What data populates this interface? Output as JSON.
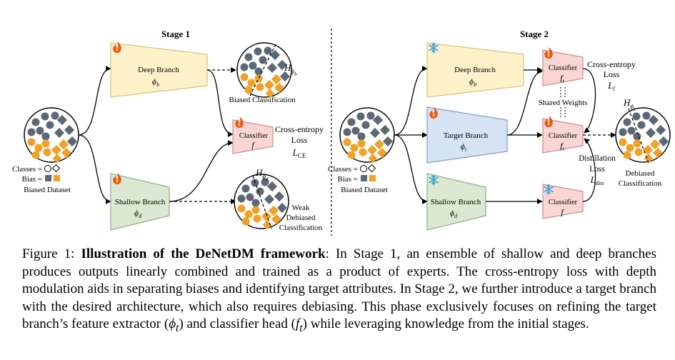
{
  "stage1": {
    "title": "Stage 1",
    "deep_branch": "Deep Branch",
    "deep_phi": "ϕ",
    "deep_sub": "b",
    "shallow_branch": "Shallow Branch",
    "shallow_phi": "ϕ",
    "shallow_sub": "d",
    "classifier": "Classifier",
    "classifier_f": "f",
    "ce_line1": "Cross-entropy",
    "ce_line2": "Loss",
    "ce_symbol": "L",
    "ce_sub": "CE",
    "h_top": "H",
    "h_top_sub": "ϕ",
    "h_top_subsub": "b",
    "biased_classification": "Biased Classification",
    "h_bottom": "H",
    "h_bottom_sub": "ϕ",
    "h_bottom_subsub": "d",
    "weak_line1": "Weak",
    "weak_line2": "Debiased",
    "weak_line3": "Classification",
    "legend_classes": "Classes =",
    "legend_bias": "Bias =",
    "dataset": "Biased Dataset"
  },
  "stage2": {
    "title": "Stage 2",
    "deep_branch": "Deep Branch",
    "deep_phi": "ϕ",
    "deep_sub": "b",
    "target_branch": "Target Branch",
    "target_phi": "ϕ",
    "target_sub": "t",
    "shallow_branch": "Shallow Branch",
    "shallow_phi": "ϕ",
    "shallow_sub": "d",
    "classifier": "Classifier",
    "ft": "f",
    "ft_sub": "t",
    "f": "f",
    "shared_weights": "Shared Weights",
    "ce_line1": "Cross-entropy",
    "ce_line2": "Loss",
    "ce_symbol": "L",
    "ce_sub": "l",
    "distill_line1": "Distillation",
    "distill_line2": "Loss",
    "distill_symbol": "L",
    "distill_sub": "dist",
    "h": "H",
    "h_sub": "ϕ",
    "h_subsub": "t",
    "debiased_line1": "Debiased",
    "debiased_line2": "Classification",
    "legend_classes": "Classes =",
    "legend_bias": "Bias =",
    "dataset": "Biased Dataset"
  },
  "caption": {
    "prefix": "Figure 1: ",
    "bold": "Illustration of the DeNetDM framework",
    "body": ": In Stage 1, an ensemble of shallow and deep branches produces outputs linearly combined and trained as a product of experts. The cross-entropy loss with depth modulation aids in separating biases and identifying target attributes. In Stage 2, we further introduce a target branch with the desired architecture, which also requires debiasing. This phase exclusively focuses on refining the target branch’s feature extractor (",
    "phi": "ϕ",
    "phi_sub": "t",
    "mid": ") and classifier head (",
    "f": "f",
    "f_sub": "t",
    "end": ") while leveraging knowledge from the initial stages."
  },
  "colors": {
    "deep_fill": "#fdf1c9",
    "deep_stroke": "#d9c27c",
    "shallow_fill": "#dbe9d3",
    "shallow_stroke": "#8fae7c",
    "target_fill": "#d5e3f3",
    "target_stroke": "#7c9cc6",
    "classifier_fill": "#f9d6d4",
    "classifier_stroke": "#c98d89",
    "grey_shape": "#5d6877",
    "orange_shape": "#f0a127"
  },
  "icons": [
    "fire-icon",
    "snowflake-icon"
  ]
}
